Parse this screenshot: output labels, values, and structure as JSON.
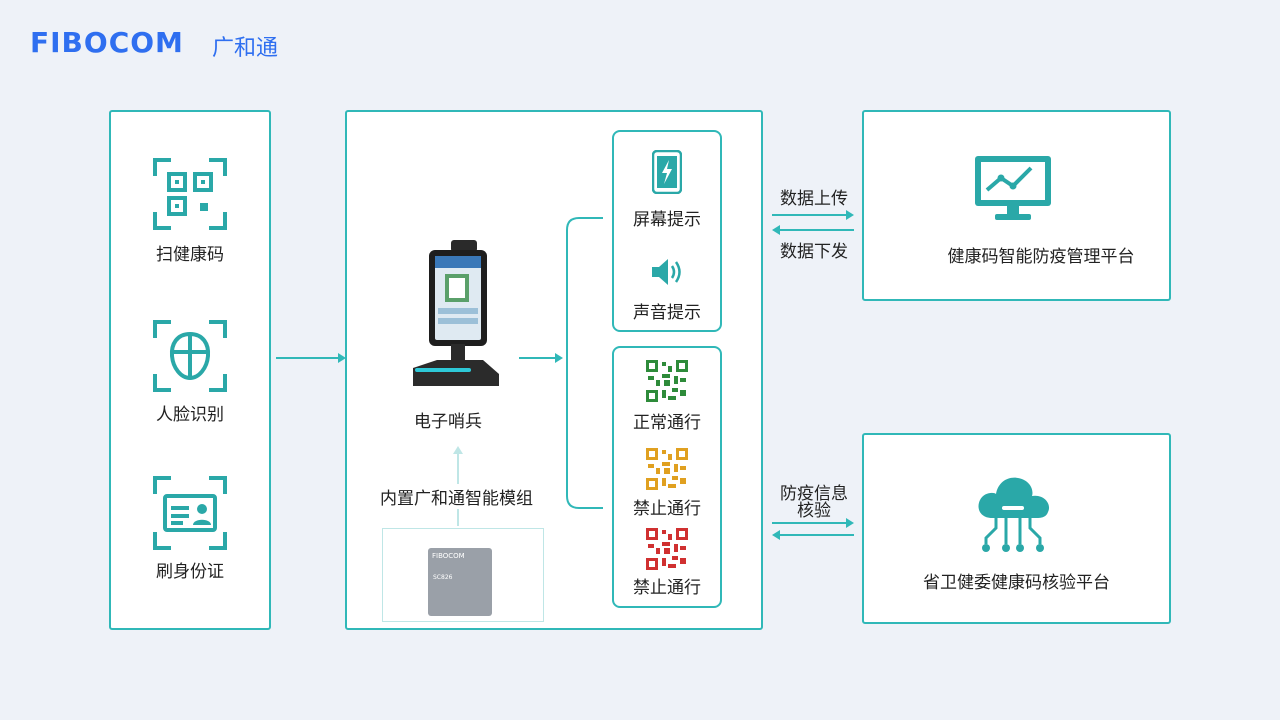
{
  "logo": {
    "brand": "FIBOCOM",
    "cn": "广和通"
  },
  "left_panel": {
    "items": [
      {
        "label": "扫健康码",
        "icon": "qr-scan-icon"
      },
      {
        "label": "人脸识别",
        "icon": "face-scan-icon"
      },
      {
        "label": "刷身份证",
        "icon": "id-card-icon"
      }
    ]
  },
  "center_panel": {
    "device_label": "电子哨兵",
    "module_label": "内置广和通智能模组",
    "module_chip_text": "SC826"
  },
  "prompt_box": {
    "items": [
      {
        "label": "屏幕提示",
        "icon": "phone-screen-icon"
      },
      {
        "label": "声音提示",
        "icon": "speaker-icon"
      }
    ]
  },
  "pass_box": {
    "items": [
      {
        "label": "正常通行",
        "icon": "qr-green-icon",
        "color": "#2e8b3a"
      },
      {
        "label": "禁止通行",
        "icon": "qr-yellow-icon",
        "color": "#e0a020"
      },
      {
        "label": "禁止通行",
        "icon": "qr-red-icon",
        "color": "#d03030"
      }
    ]
  },
  "arrows": {
    "upload": "数据上传",
    "download": "数据下发",
    "verify_line1": "防疫信息",
    "verify_line2": "核验"
  },
  "platforms": {
    "top": "健康码智能防疫管理平台",
    "bottom": "省卫健委健康码核验平台"
  },
  "colors": {
    "accent": "#30b8b8",
    "brand": "#2f6ff0",
    "background": "#eef2f8"
  }
}
